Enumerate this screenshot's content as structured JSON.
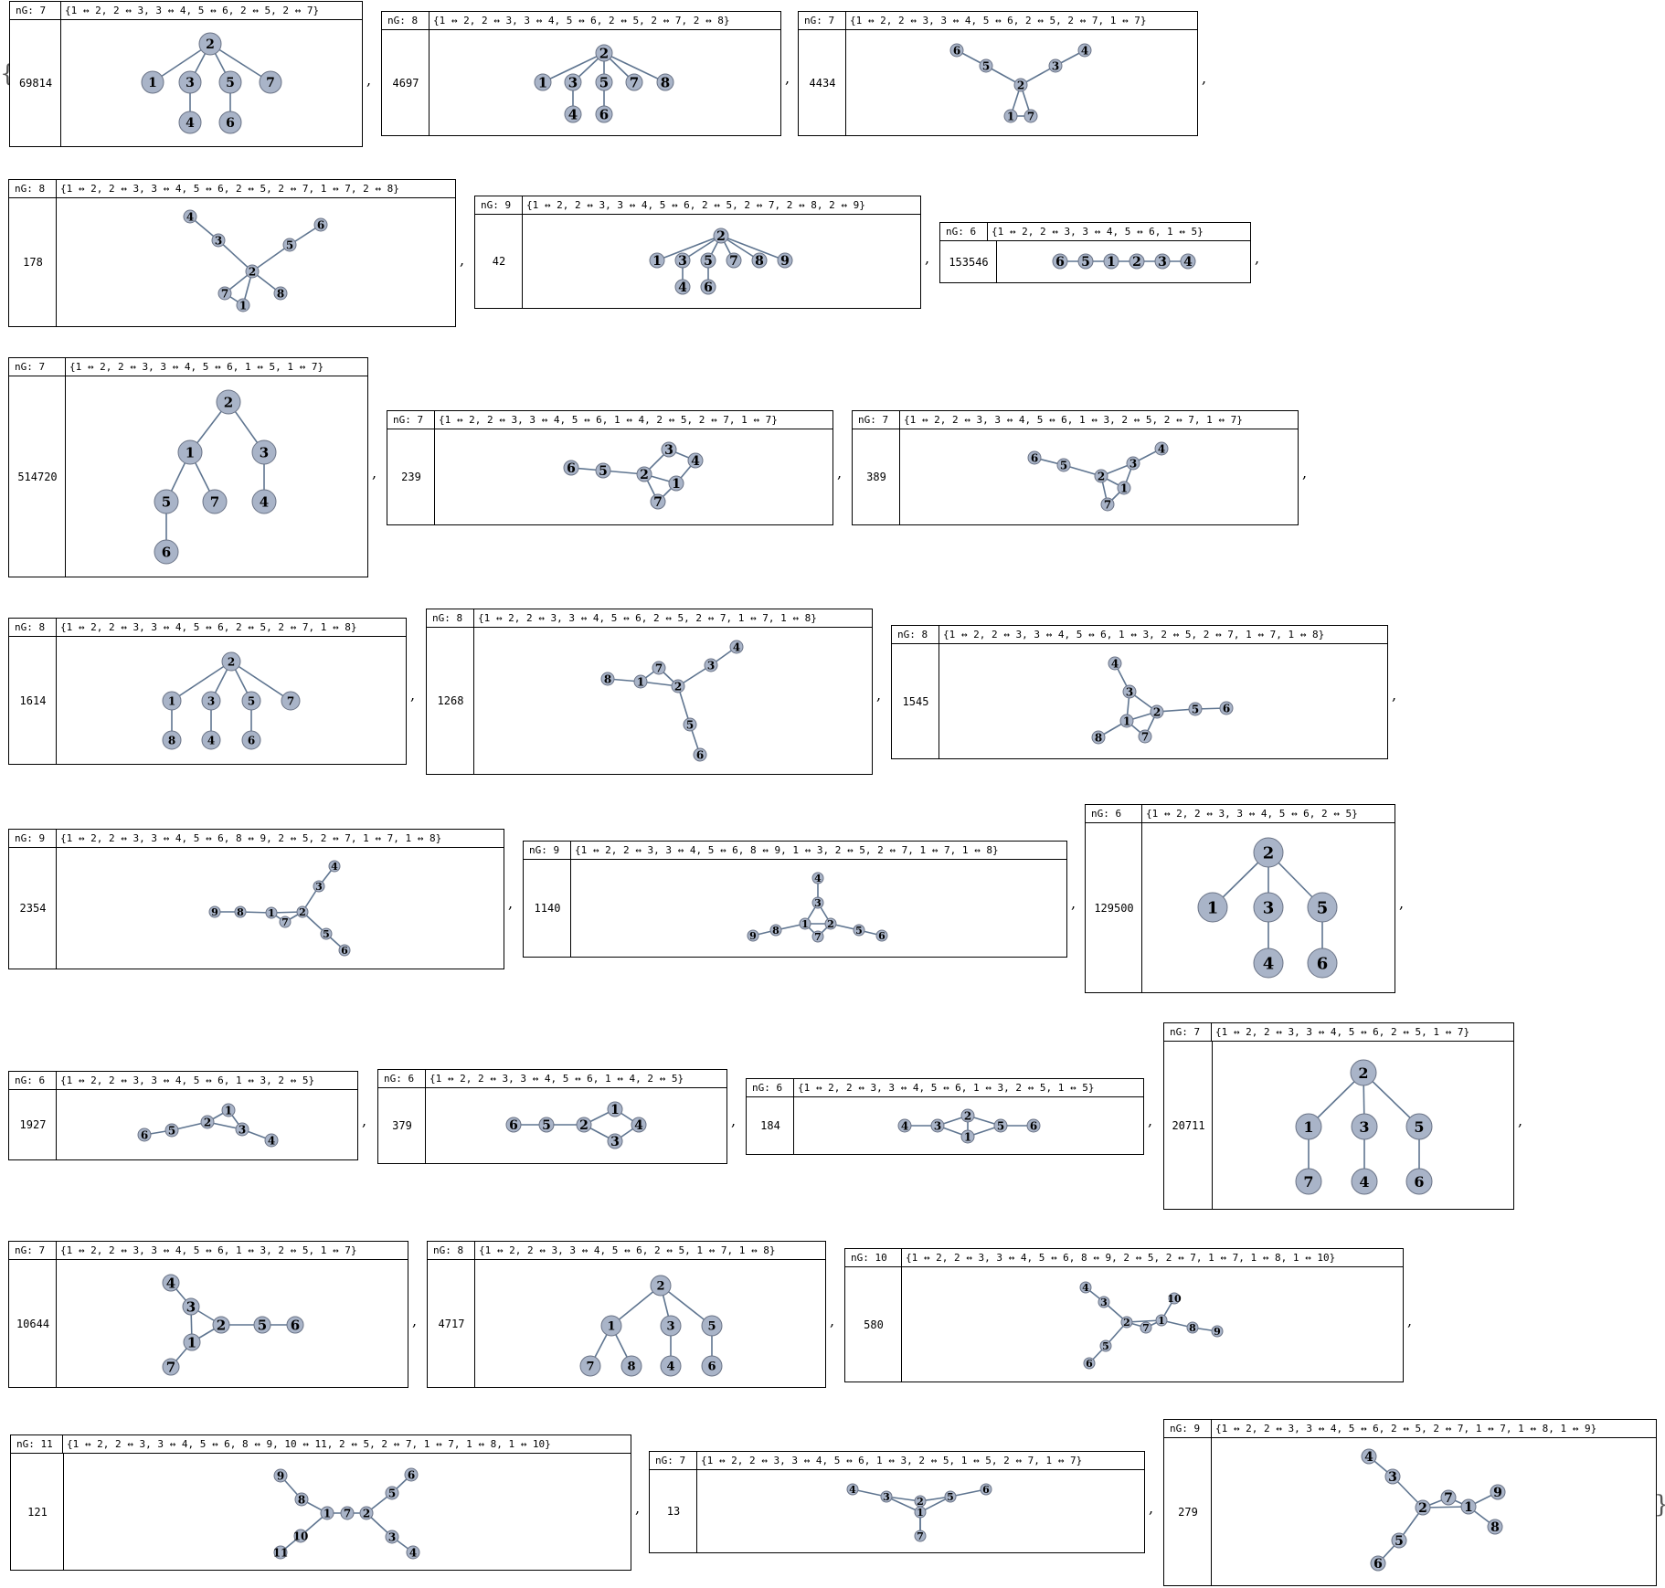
{
  "graphs": [
    {
      "nG": "nG: 7",
      "edges": "{1 ↔ 2, 2 ↔ 3, 3 ↔ 4, 5 ↔ 6, 2 ↔ 5, 2 ↔ 7}",
      "count": "69814"
    },
    {
      "nG": "nG: 8",
      "edges": "{1 ↔ 2, 2 ↔ 3, 3 ↔ 4, 5 ↔ 6, 2 ↔ 5, 2 ↔ 7, 2 ↔ 8}",
      "count": "4697"
    },
    {
      "nG": "nG: 7",
      "edges": "{1 ↔ 2, 2 ↔ 3, 3 ↔ 4, 5 ↔ 6, 2 ↔ 5, 2 ↔ 7, 1 ↔ 7}",
      "count": "4434"
    },
    {
      "nG": "nG: 8",
      "edges": "{1 ↔ 2, 2 ↔ 3, 3 ↔ 4, 5 ↔ 6, 2 ↔ 5, 2 ↔ 7, 1 ↔ 7, 2 ↔ 8}",
      "count": "178"
    },
    {
      "nG": "nG: 9",
      "edges": "{1 ↔ 2, 2 ↔ 3, 3 ↔ 4, 5 ↔ 6, 2 ↔ 5, 2 ↔ 7, 2 ↔ 8, 2 ↔ 9}",
      "count": "42"
    },
    {
      "nG": "nG: 6",
      "edges": "{1 ↔ 2, 2 ↔ 3, 3 ↔ 4, 5 ↔ 6, 1 ↔ 5}",
      "count": "153546"
    },
    {
      "nG": "nG: 7",
      "edges": "{1 ↔ 2, 2 ↔ 3, 3 ↔ 4, 5 ↔ 6, 1 ↔ 5, 1 ↔ 7}",
      "count": "514720"
    },
    {
      "nG": "nG: 7",
      "edges": "{1 ↔ 2, 2 ↔ 3, 3 ↔ 4, 5 ↔ 6, 1 ↔ 4, 2 ↔ 5, 2 ↔ 7, 1 ↔ 7}",
      "count": "239"
    },
    {
      "nG": "nG: 7",
      "edges": "{1 ↔ 2, 2 ↔ 3, 3 ↔ 4, 5 ↔ 6, 1 ↔ 3, 2 ↔ 5, 2 ↔ 7, 1 ↔ 7}",
      "count": "389"
    },
    {
      "nG": "nG: 8",
      "edges": "{1 ↔ 2, 2 ↔ 3, 3 ↔ 4, 5 ↔ 6, 2 ↔ 5, 2 ↔ 7, 1 ↔ 8}",
      "count": "1614"
    },
    {
      "nG": "nG: 8",
      "edges": "{1 ↔ 2, 2 ↔ 3, 3 ↔ 4, 5 ↔ 6, 2 ↔ 5, 2 ↔ 7, 1 ↔ 7, 1 ↔ 8}",
      "count": "1268"
    },
    {
      "nG": "nG: 8",
      "edges": "{1 ↔ 2, 2 ↔ 3, 3 ↔ 4, 5 ↔ 6, 1 ↔ 3, 2 ↔ 5, 2 ↔ 7, 1 ↔ 7, 1 ↔ 8}",
      "count": "1545"
    },
    {
      "nG": "nG: 9",
      "edges": "{1 ↔ 2, 2 ↔ 3, 3 ↔ 4, 5 ↔ 6, 8 ↔ 9, 2 ↔ 5, 2 ↔ 7, 1 ↔ 7, 1 ↔ 8}",
      "count": "2354"
    },
    {
      "nG": "nG: 9",
      "edges": "{1 ↔ 2, 2 ↔ 3, 3 ↔ 4, 5 ↔ 6, 8 ↔ 9, 1 ↔ 3, 2 ↔ 5, 2 ↔ 7, 1 ↔ 7, 1 ↔ 8}",
      "count": "1140"
    },
    {
      "nG": "nG: 6",
      "edges": "{1 ↔ 2, 2 ↔ 3, 3 ↔ 4, 5 ↔ 6, 2 ↔ 5}",
      "count": "129500"
    },
    {
      "nG": "nG: 6",
      "edges": "{1 ↔ 2, 2 ↔ 3, 3 ↔ 4, 5 ↔ 6, 1 ↔ 3, 2 ↔ 5}",
      "count": "1927"
    },
    {
      "nG": "nG: 6",
      "edges": "{1 ↔ 2, 2 ↔ 3, 3 ↔ 4, 5 ↔ 6, 1 ↔ 4, 2 ↔ 5}",
      "count": "379"
    },
    {
      "nG": "nG: 6",
      "edges": "{1 ↔ 2, 2 ↔ 3, 3 ↔ 4, 5 ↔ 6, 1 ↔ 3, 2 ↔ 5, 1 ↔ 5}",
      "count": "184"
    },
    {
      "nG": "nG: 7",
      "edges": "{1 ↔ 2, 2 ↔ 3, 3 ↔ 4, 5 ↔ 6, 2 ↔ 5, 1 ↔ 7}",
      "count": "20711"
    },
    {
      "nG": "nG: 7",
      "edges": "{1 ↔ 2, 2 ↔ 3, 3 ↔ 4, 5 ↔ 6, 1 ↔ 3, 2 ↔ 5, 1 ↔ 7}",
      "count": "10644"
    },
    {
      "nG": "nG: 8",
      "edges": "{1 ↔ 2, 2 ↔ 3, 3 ↔ 4, 5 ↔ 6, 2 ↔ 5, 1 ↔ 7, 1 ↔ 8}",
      "count": "4717"
    },
    {
      "nG": "nG: 10",
      "edges": "{1 ↔ 2, 2 ↔ 3, 3 ↔ 4, 5 ↔ 6, 8 ↔ 9, 2 ↔ 5, 2 ↔ 7, 1 ↔ 7, 1 ↔ 8, 1 ↔ 10}",
      "count": "580"
    },
    {
      "nG": "nG: 11",
      "edges": "{1 ↔ 2, 2 ↔ 3, 3 ↔ 4, 5 ↔ 6, 8 ↔ 9, 10 ↔ 11, 2 ↔ 5, 2 ↔ 7, 1 ↔ 7, 1 ↔ 8, 1 ↔ 10}",
      "count": "121"
    },
    {
      "nG": "nG: 7",
      "edges": "{1 ↔ 2, 2 ↔ 3, 3 ↔ 4, 5 ↔ 6, 1 ↔ 3, 2 ↔ 5, 1 ↔ 5, 2 ↔ 7, 1 ↔ 7}",
      "count": "13"
    },
    {
      "nG": "nG: 9",
      "edges": "{1 ↔ 2, 2 ↔ 3, 3 ↔ 4, 5 ↔ 6, 2 ↔ 5, 2 ↔ 7, 1 ↔ 7, 1 ↔ 8, 1 ↔ 9}",
      "count": "279"
    }
  ],
  "colors": {
    "node_fill": "#a9b4c8",
    "node_stroke": "#6b7487",
    "edge": "#5f7590"
  },
  "list_open": "{",
  "list_close": "}",
  "separator": ","
}
